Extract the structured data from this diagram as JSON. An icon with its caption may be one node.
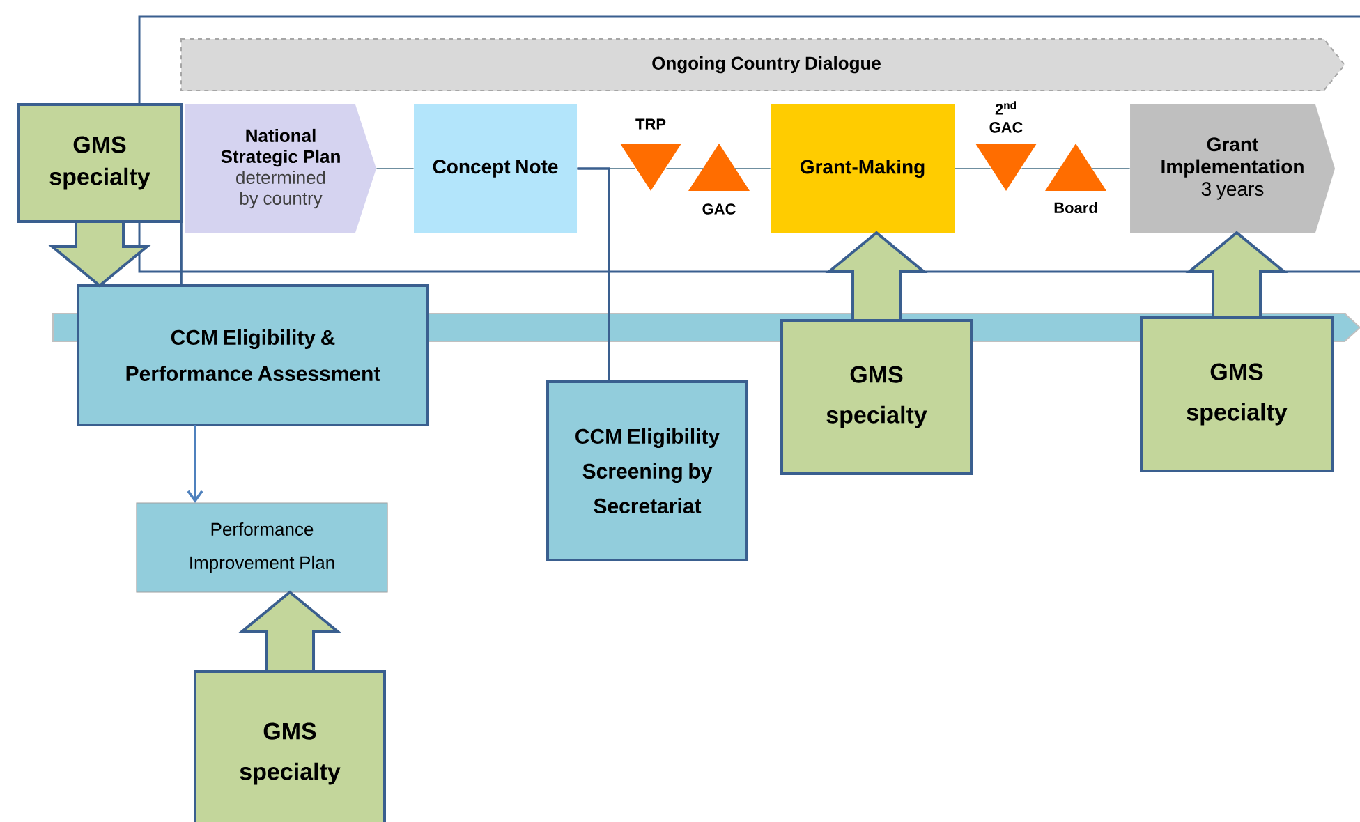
{
  "diagram": {
    "nodes": [
      {
        "text": [
          "Ongoing Country Dialogue"
        ]
      },
      {
        "text": [
          "National Strategic Plan",
          "determined by country"
        ]
      },
      {
        "text": [
          "Concept Note"
        ]
      },
      {
        "text": [
          "TRP"
        ]
      },
      {
        "text": [
          "GAC"
        ]
      },
      {
        "text": [
          "Grant-Making"
        ]
      },
      {
        "text": [
          "2$^{nd}$ GAC"
        ]
      },
      {
        "text": [
          "Board"
        ]
      },
      {
        "text": [
          "Grant Implementation",
          "3 years"
        ]
      },
      {
        "text": [
          "GMS specialty"
        ]
      },
      {
        "text": [
          "CCM Eligibility & Performance Assessment"
        ]
      },
      {
        "text": [
          "CCM Eligibility Screening by Secretariat"
        ]
      },
      {
        "text": [
          "GMS specialty"
        ]
      },
      {
        "text": [
          "GMS specialty"
        ]
      },
      {
        "text": [
          "Performance Improvement Plan"
        ]
      },
      {
        "text": [
          "GMS specialty"
        ]
      }
    ],
    "edges": [
      {
        "from": 1,
        "to": 2,
        "arrow": "none"
      },
      {
        "from": 2,
        "to": 3,
        "arrow": "none"
      },
      {
        "from": 3,
        "to": 4,
        "arrow": "none"
      },
      {
        "from": 4,
        "to": 5,
        "arrow": "none"
      },
      {
        "from": 5,
        "to": 6,
        "arrow": "none"
      },
      {
        "from": 6,
        "to": 7,
        "arrow": "none"
      },
      {
        "from": 7,
        "to": 8,
        "arrow": "none"
      },
      {
        "from": 2,
        "to": 11,
        "arrow": "none",
        "color": "#3a5f8f"
      },
      {
        "from": 9,
        "to": 10,
        "arrow": "to"
      },
      {
        "from": 9,
        "to": 10,
        "arrow": "none",
        "color": "#3a5f8f"
      },
      {
        "from": 10,
        "to": 14,
        "arrow": "to",
        "color": "#4f81bd"
      },
      {
        "from": 12,
        "to": 5,
        "arrow": "to"
      },
      {
        "from": 13,
        "to": 8,
        "arrow": "to"
      },
      {
        "from": 15,
        "to": 14,
        "arrow": "to"
      }
    ]
  }
}
